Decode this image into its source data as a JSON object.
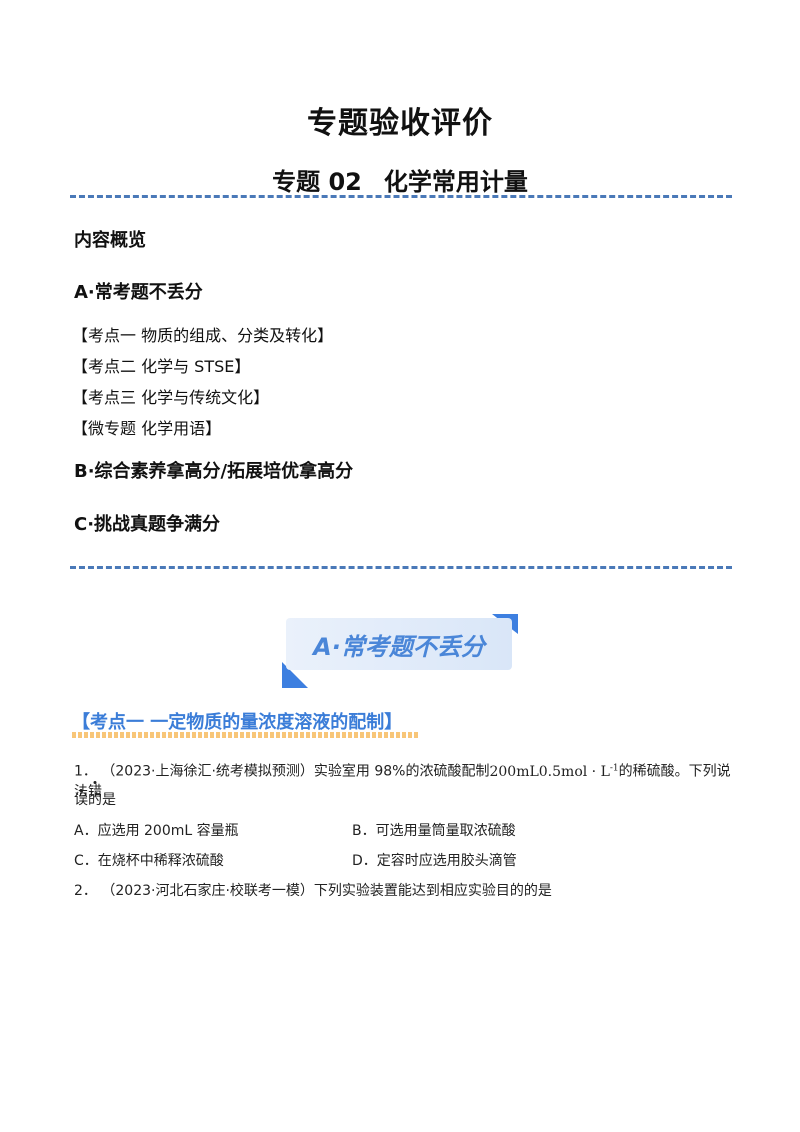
{
  "header": {
    "title": "专题验收评价",
    "subtitle_code": "专题 02",
    "subtitle_name": "化学常用计量"
  },
  "overview": {
    "heading": "内容概览",
    "section_a": "A·常考题不丢分",
    "topics": [
      "【考点一  物质的组成、分类及转化】",
      "【考点二  化学与 STSE】",
      "【考点三  化学与传统文化】",
      "【微专题  化学用语】"
    ],
    "section_b": "B·综合素养拿高分/拓展培优拿高分",
    "section_c": "C·挑战真题争满分"
  },
  "banner": {
    "label": "A·常考题不丢分"
  },
  "section": {
    "title": "【考点一  一定物质的量浓度溶液的配制】"
  },
  "questions": [
    {
      "number": "1．",
      "source": "（2023·上海徐汇·统考模拟预测）",
      "text_pre": "实验室用 98%的浓硫酸配制",
      "formula": "200mL0.5mol · L",
      "formula_sup": "-1",
      "text_post": "的稀硫酸。下列说法",
      "emph_1": "错",
      "emph_2": "误",
      "text_end": "的是",
      "options": [
        {
          "label": "A．",
          "text": "应选用 200mL 容量瓶"
        },
        {
          "label": "B．",
          "text": "可选用量筒量取浓硫酸"
        },
        {
          "label": "C．",
          "text": "在烧杯中稀释浓硫酸"
        },
        {
          "label": "D．",
          "text": "定容时应选用胶头滴管"
        }
      ]
    },
    {
      "number": "2．",
      "source": "（2023·河北石家庄·校联考一模）",
      "text": "下列实验装置能达到相应实验目的的是"
    }
  ],
  "colors": {
    "dash": "#4a79b8",
    "banner_text": "#4a86d8",
    "banner_accent": "#3d7fe0",
    "section_title": "#3b7dd8",
    "underline": "#f6b756"
  }
}
